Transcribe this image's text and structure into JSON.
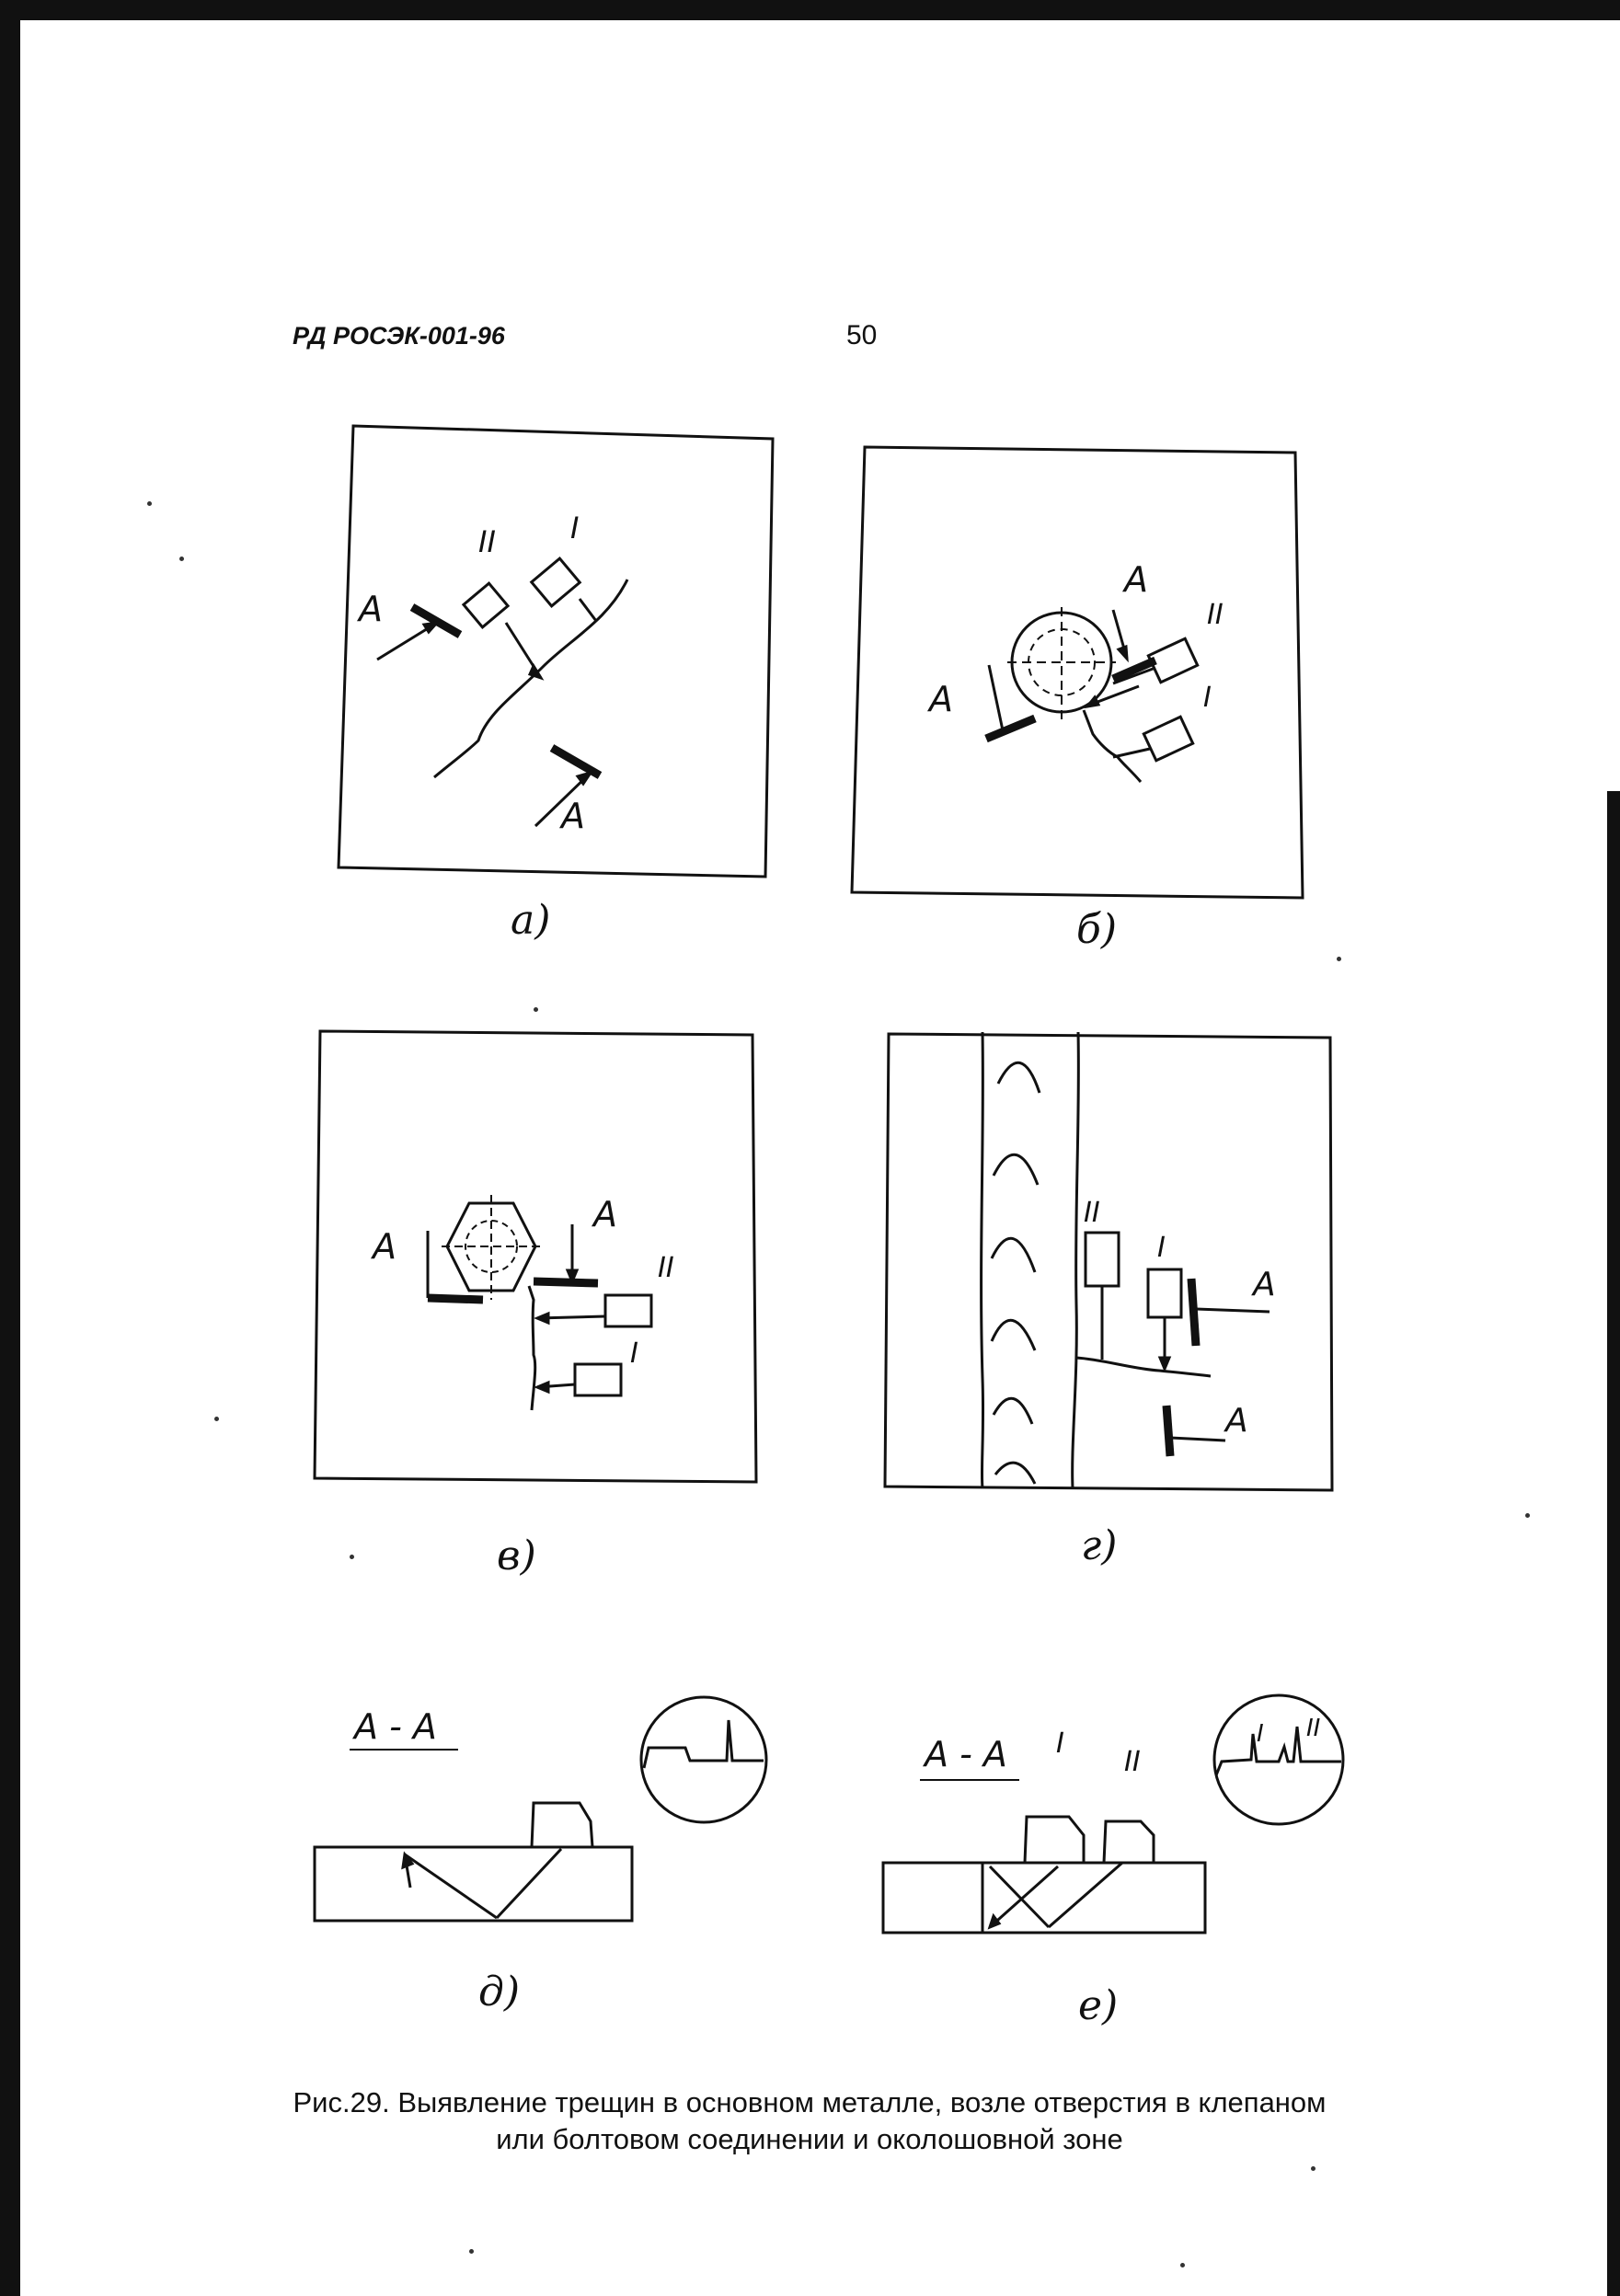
{
  "header": {
    "doc_code": "РД РОСЭК-001-96",
    "page_number": "50"
  },
  "figures": {
    "a": {
      "label": "а)",
      "section": "А",
      "probe_1": "I",
      "probe_2": "II"
    },
    "b": {
      "label": "б)",
      "section": "А",
      "probe_1": "I",
      "probe_2": "II"
    },
    "v": {
      "label": "в)",
      "section": "А",
      "probe_1": "I",
      "probe_2": "II"
    },
    "g": {
      "label": "г)",
      "section": "А",
      "probe_1": "I",
      "probe_2": "II"
    },
    "d": {
      "label": "д)",
      "section_title": "А - А"
    },
    "e": {
      "label": "е)",
      "section_title": "А - А",
      "probe_1": "I",
      "probe_2": "II"
    }
  },
  "caption": {
    "line1": "Рис.29. Выявление трещин в основном металле, возле отверстия в клепаном",
    "line2": "или болтовом соединении и околошовной зоне"
  }
}
